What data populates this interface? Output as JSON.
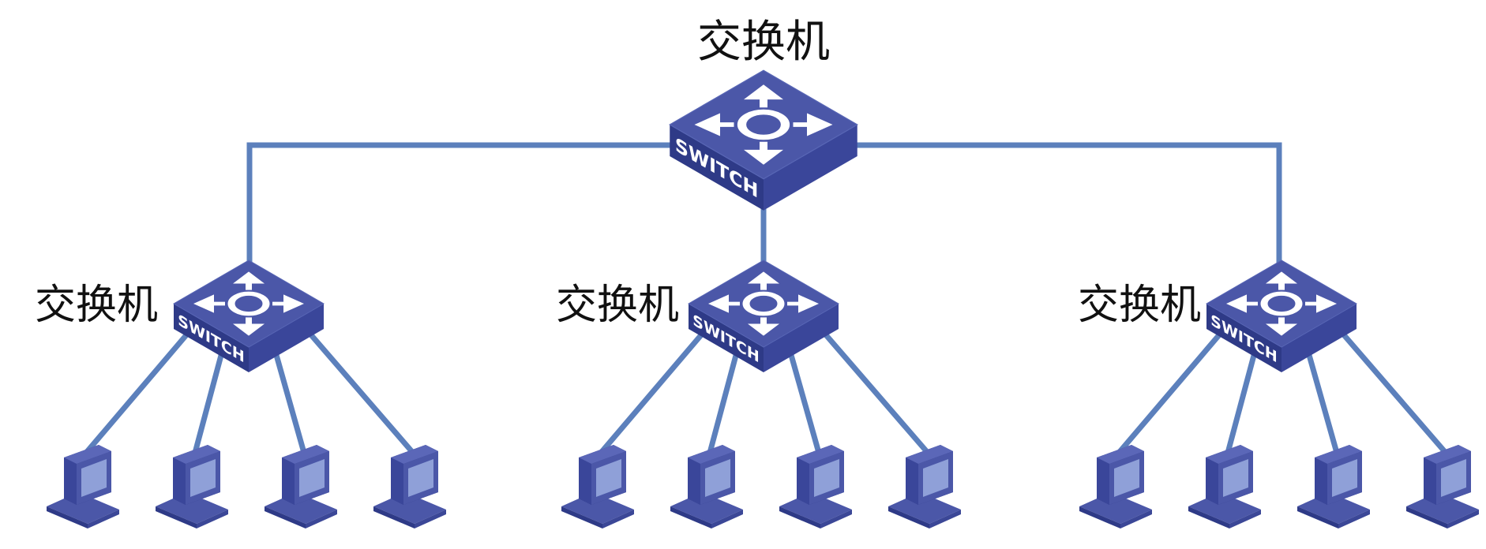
{
  "diagram": {
    "root_switch": {
      "label": "交换机",
      "device_text": "SWITCH"
    },
    "groups": [
      {
        "switch": {
          "label": "交换机",
          "device_text": "SWITCH"
        },
        "computers": 4
      },
      {
        "switch": {
          "label": "交换机",
          "device_text": "SWITCH"
        },
        "computers": 4
      },
      {
        "switch": {
          "label": "交换机",
          "device_text": "SWITCH"
        },
        "computers": 4
      }
    ],
    "colors": {
      "link": "#5C80BC",
      "switch_top": "#4B57A8",
      "switch_side_left": "#2E3A87",
      "switch_side_right": "#3A469A",
      "switch_icon": "#ffffff",
      "computer_body": "#4B57A8",
      "computer_dark": "#2E3A87",
      "computer_screen": "#8FA0D8"
    }
  }
}
